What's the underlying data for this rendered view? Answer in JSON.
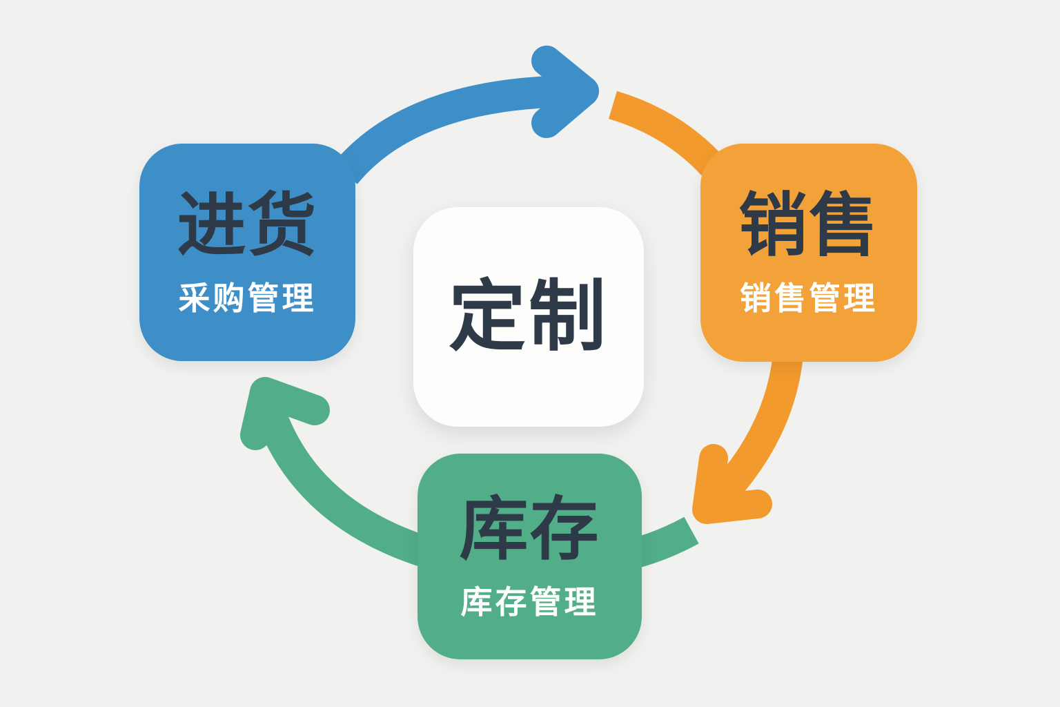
{
  "diagram": {
    "center": {
      "label": "定制"
    },
    "nodes": [
      {
        "id": "purchase",
        "title": "进货",
        "subtitle": "采购管理",
        "color": "#3e8fc7"
      },
      {
        "id": "sales",
        "title": "销售",
        "subtitle": "销售管理",
        "color": "#f3a23a"
      },
      {
        "id": "inventory",
        "title": "库存",
        "subtitle": "库存管理",
        "color": "#52ae88"
      }
    ],
    "flows": [
      {
        "from": "进货",
        "to": "销售",
        "color": "#3e8fc7",
        "icon": "arrow-right-icon"
      },
      {
        "from": "销售",
        "to": "库存",
        "color": "#f39a2e",
        "icon": "arrow-down-icon"
      },
      {
        "from": "库存",
        "to": "进货",
        "color": "#52ae88",
        "icon": "arrow-up-icon"
      }
    ]
  }
}
